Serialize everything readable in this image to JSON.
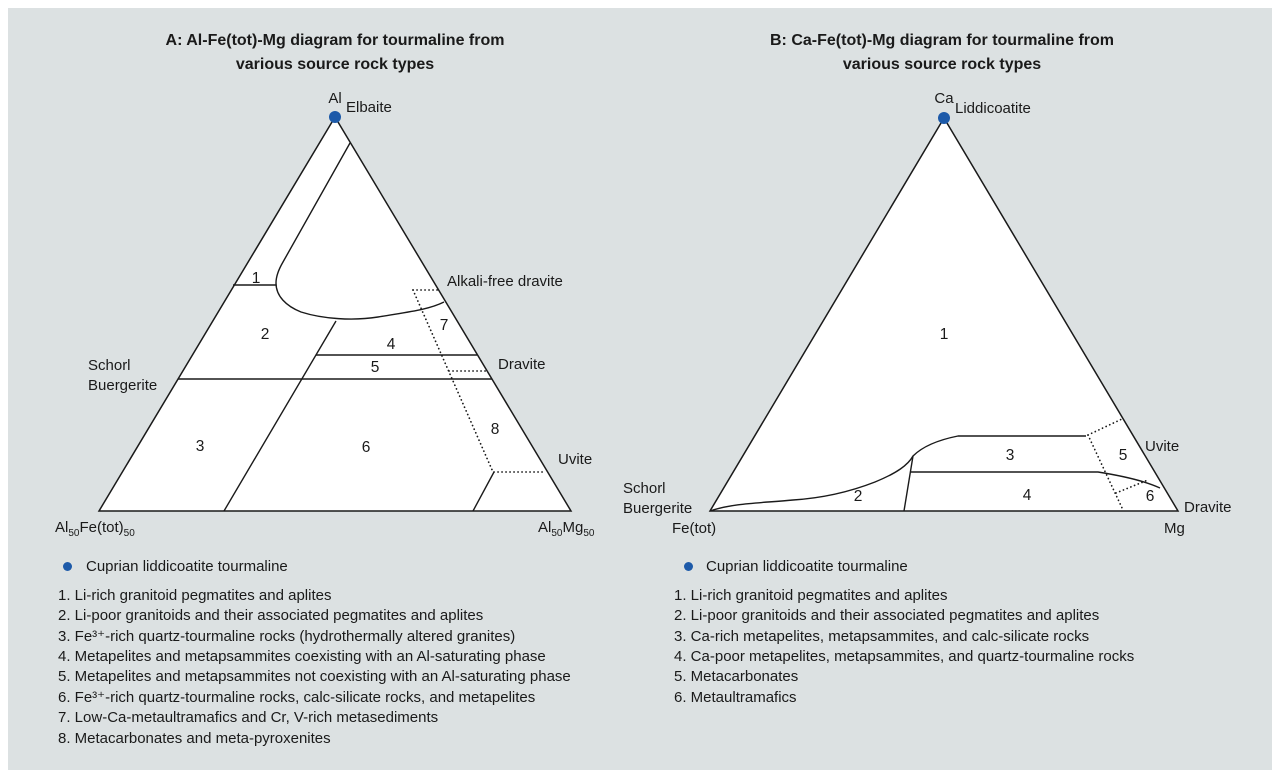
{
  "colors": {
    "background": "#dce1e2",
    "triangle_fill": "#ffffff",
    "line": "#1a1a1a",
    "marker_blue": "#1d5aa9"
  },
  "panel_a": {
    "title_line1": "A: Al-Fe(tot)-Mg diagram for tourmaline from",
    "title_line2": "various source rock types",
    "apex_element": "Al",
    "apex_mineral": "Elbaite",
    "left_label_line1": "Schorl",
    "left_label_line2": "Buergerite",
    "corner_left": {
      "el1": "Al",
      "sub1": "50",
      "el2": "Fe(tot)",
      "sub2": "50"
    },
    "corner_right": {
      "el1": "Al",
      "sub1": "50",
      "el2": "Mg",
      "sub2": "50"
    },
    "edge_labels": {
      "alkali_free_dravite": "Alkali-free dravite",
      "dravite": "Dravite",
      "uvite": "Uvite"
    },
    "regions": [
      "1",
      "2",
      "3",
      "4",
      "5",
      "6",
      "7",
      "8"
    ],
    "legend": {
      "marker_label": "Cuprian liddicoatite tourmaline",
      "items": [
        "1. Li-rich granitoid pegmatites and aplites",
        "2. Li-poor granitoids and their associated pegmatites and aplites",
        "3. Fe³⁺-rich quartz-tourmaline rocks (hydrothermally altered granites)",
        "4. Metapelites and metapsammites coexisting with an Al-saturating phase",
        "5. Metapelites and metapsammites not coexisting with an Al-saturating phase",
        "6. Fe³⁺-rich quartz-tourmaline rocks, calc-silicate rocks, and metapelites",
        "7. Low-Ca-metaultramafics and Cr, V-rich metasediments",
        "8. Metacarbonates and meta-pyroxenites"
      ]
    }
  },
  "panel_b": {
    "title_line1": "B: Ca-Fe(tot)-Mg diagram for tourmaline from",
    "title_line2": "various source rock types",
    "apex_element": "Ca",
    "apex_mineral": "Liddicoatite",
    "left_label_line1": "Schorl",
    "left_label_line2": "Buergerite",
    "corner_left": "Fe(tot)",
    "corner_right": "Mg",
    "edge_labels": {
      "uvite": "Uvite",
      "dravite": "Dravite"
    },
    "regions": [
      "1",
      "2",
      "3",
      "4",
      "5",
      "6"
    ],
    "legend": {
      "marker_label": "Cuprian liddicoatite tourmaline",
      "items": [
        "1. Li-rich granitoid pegmatites and aplites",
        "2. Li-poor granitoids and their associated pegmatites and aplites",
        "3. Ca-rich metapelites, metapsammites, and calc-silicate rocks",
        "4. Ca-poor metapelites, metapsammites, and quartz-tourmaline rocks",
        "5. Metacarbonates",
        "6. Metaultramafics"
      ]
    }
  }
}
